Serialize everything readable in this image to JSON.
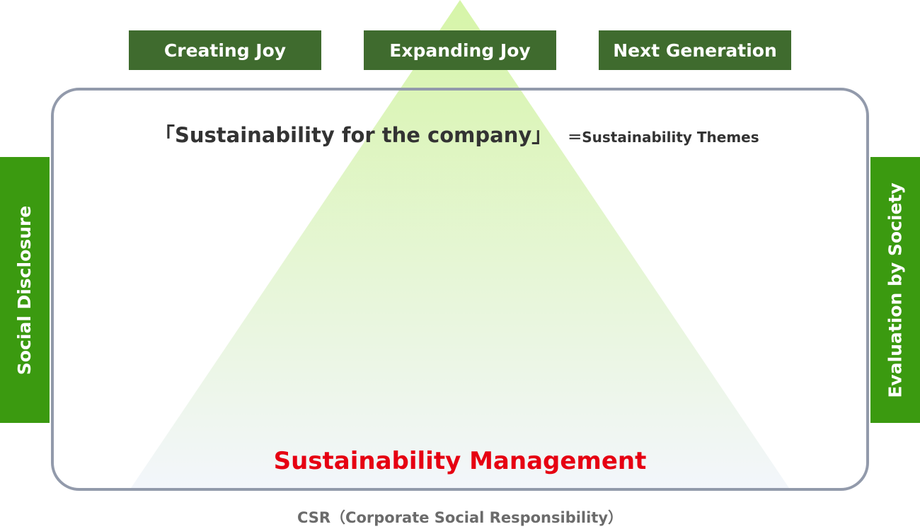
{
  "top_boxes": [
    "Creating Joy",
    "Expanding Joy",
    "Next Generation"
  ],
  "side_left": "Social Disclosure",
  "side_right": "Evaluation by Society",
  "themes": {
    "main": "「Sustainability for the company」",
    "sub": "＝Sustainability Themes"
  },
  "management": "Sustainability Management",
  "csr": "CSR（Corporate Social Responsibility）",
  "colors": {
    "top_box": "#3f6b2e",
    "side_bar": "#3b9a10",
    "frame": "#929aab",
    "management_text": "#e60012",
    "triangle_top": "#d6f5a8",
    "triangle_bottom": "#f3f6fb"
  }
}
